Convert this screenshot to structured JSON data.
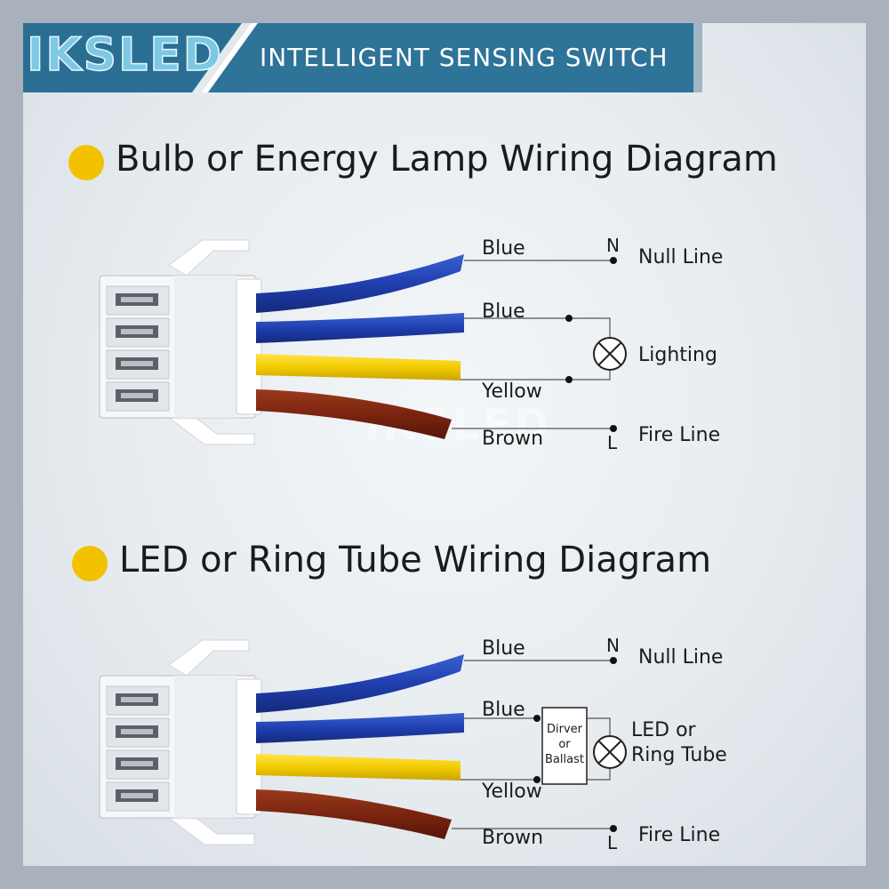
{
  "header": {
    "brand": "IKSLED",
    "title": "INTELLIGENT SENSING SWITCH"
  },
  "colors": {
    "blue_wire": "#1f3fb0",
    "yellow_wire": "#f2cc00",
    "brown_wire": "#7a2410",
    "accent": "#2a6f93",
    "bullet": "#f2c200"
  },
  "watermark": "IKSLED",
  "diagrams": [
    {
      "title": "Bulb or Energy Lamp Wiring Diagram",
      "wires": [
        "Blue",
        "Blue",
        "Yellow",
        "Brown"
      ],
      "terminals": {
        "n": "N",
        "l": "L"
      },
      "lines": {
        "null": "Null Line",
        "fire": "Fire Line"
      },
      "load": "Lighting"
    },
    {
      "title": "LED or Ring Tube Wiring Diagram",
      "wires": [
        "Blue",
        "Blue",
        "Yellow",
        "Brown"
      ],
      "terminals": {
        "n": "N",
        "l": "L"
      },
      "lines": {
        "null": "Null Line",
        "fire": "Fire Line"
      },
      "box": [
        "Dirver",
        "or",
        "Ballast"
      ],
      "load": [
        "LED or",
        "Ring Tube"
      ]
    }
  ]
}
